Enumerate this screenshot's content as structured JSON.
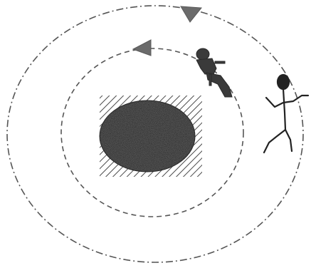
{
  "diagram": {
    "background": "#ffffff",
    "colors": {
      "orbit_line": "#555555",
      "arrow_fill": "#6b6b6b",
      "body_fill": "#2f2f2f",
      "hatch": "#4a4a4a",
      "figure_stroke": "#222222"
    },
    "elements": {
      "outer_orbit": "dash-dot-ellipse",
      "inner_orbit": "dashed-ellipse",
      "central_body": "speckled-dark-ellipse",
      "hatched_field": "diagonal-hatch-square",
      "outer_arrow": "triangle-arrow-icon",
      "inner_arrow": "triangle-arrow-icon",
      "seated_figure": "seated-person-icon",
      "stick_figure": "stick-figure-icon"
    }
  }
}
